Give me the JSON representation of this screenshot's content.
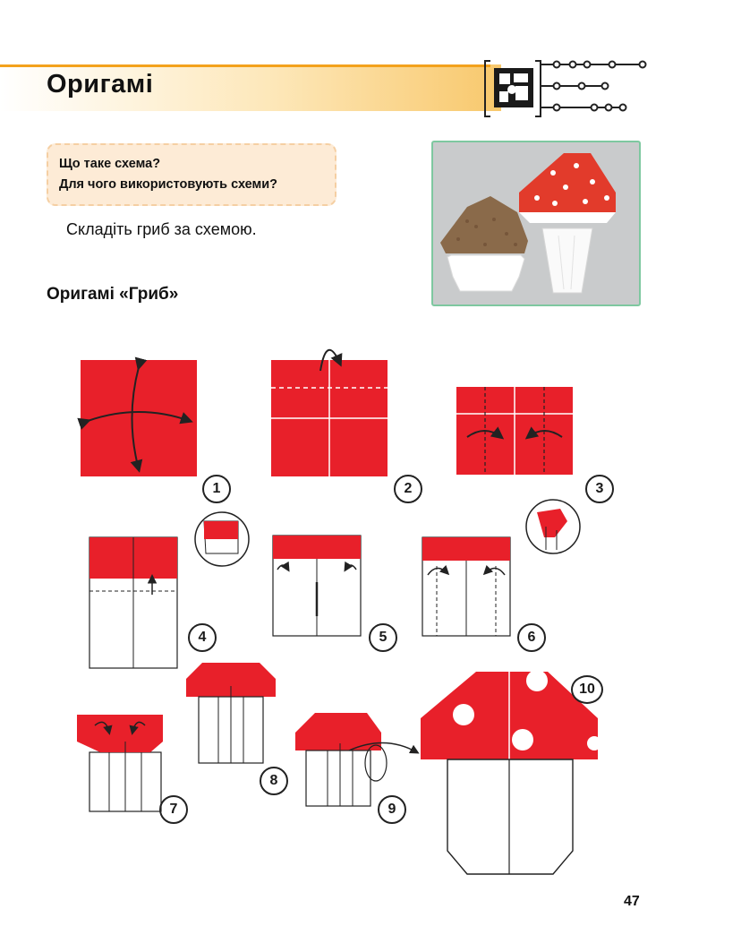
{
  "page": {
    "title": "Оригамі",
    "question_1": "Що таке схема?",
    "question_2": "Для чого використовують схеми?",
    "instruction": "Складіть гриб за схемою.",
    "subtitle": "Оригамі «Гриб»",
    "page_number": "47"
  },
  "steps": [
    "1",
    "2",
    "3",
    "4",
    "5",
    "6",
    "7",
    "8",
    "9",
    "10"
  ],
  "colors": {
    "paper_red": "#e8202a",
    "accent_orange": "#f3a21c",
    "question_bg": "#fdebd6",
    "photo_border": "#7ec8a0"
  },
  "icons": {
    "section_badge": "puzzle-icon",
    "photo": "origami-mushroom-photo"
  }
}
